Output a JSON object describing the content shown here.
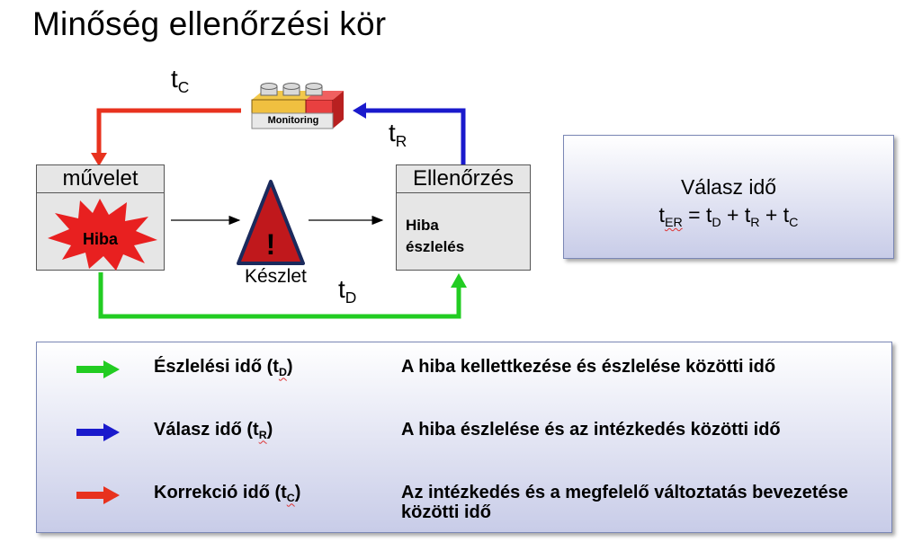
{
  "title": "Minőség ellenőrzési kör",
  "diagram": {
    "monitoring_label": "Monitoring",
    "operation_label": "művelet",
    "defect_label": "Hiba",
    "inventory_label": "Készlet",
    "check_label": "Ellenőrzés",
    "detection_line1": "Hiba",
    "detection_line2": "észlelés",
    "tc": {
      "base": "t",
      "sub": "C"
    },
    "tr": {
      "base": "t",
      "sub": "R"
    },
    "td": {
      "base": "t",
      "sub": "D"
    }
  },
  "response_box": {
    "title": "Válasz idő",
    "formula": {
      "ter_sub": "ER",
      "td_sub": "D",
      "tr_sub": "R",
      "tc_sub": "C"
    }
  },
  "legend": [
    {
      "term": "Észlelési idő (t",
      "sub": "D",
      "close": ")",
      "description": "A hiba kellettkezése és észlelése közötti idő",
      "color": "#22cc22"
    },
    {
      "term": "Válasz idő (t",
      "sub": "R",
      "close": ")",
      "description": "A hiba észlelése és az intézkedés közötti idő",
      "color": "#1a1acc"
    },
    {
      "term": "Korrekció idő (t",
      "sub": "C",
      "close": ")",
      "description": "Az intézkedés és a megfelelő változtatás bevezetése közötti idő",
      "color": "#e8321e"
    }
  ],
  "colors": {
    "green": "#22cc22",
    "blue": "#1a1acc",
    "red": "#e8321e"
  }
}
